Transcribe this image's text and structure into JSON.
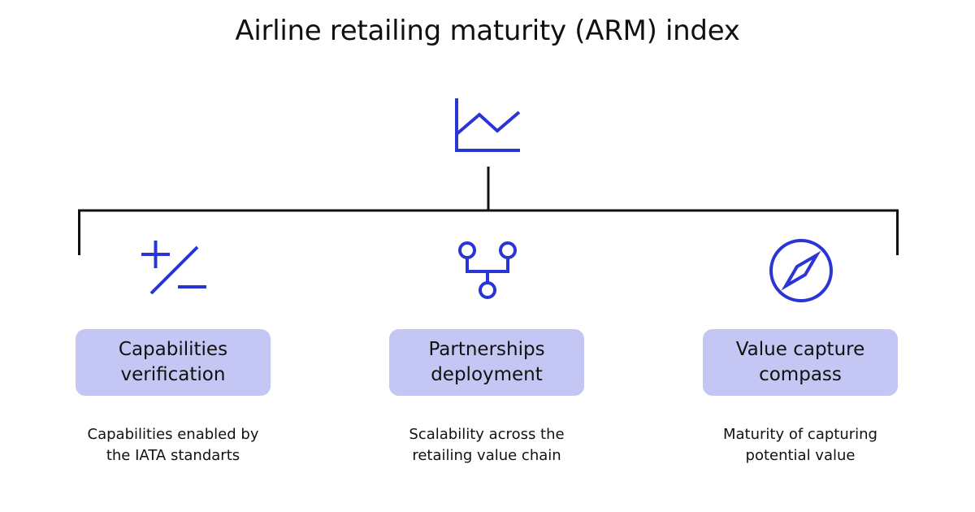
{
  "title": "Airline retailing maturity (ARM) index",
  "colors": {
    "icon": "#2a35d6",
    "box_fill": "#c4c6f4",
    "connector": "#111111",
    "text": "#111111"
  },
  "root": {
    "icon": "line-chart-icon"
  },
  "branches": [
    {
      "icon": "plus-minus-icon",
      "label": "Capabilities\nverification",
      "description": "Capabilities enabled by\nthe IATA standarts"
    },
    {
      "icon": "branch-network-icon",
      "label": "Partnerships\ndeployment",
      "description": "Scalability across the\nretailing value chain"
    },
    {
      "icon": "compass-icon",
      "label": "Value capture\ncompass",
      "description": "Maturity of capturing\npotential value"
    }
  ]
}
